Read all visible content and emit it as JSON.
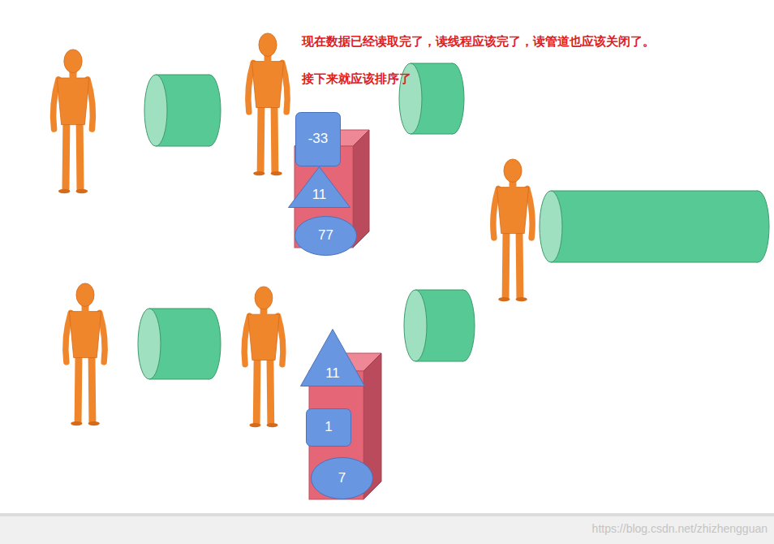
{
  "diagram": {
    "nodes": [
      {
        "text": [
          "-33"
        ]
      },
      {
        "text": [
          "11"
        ]
      },
      {
        "text": [
          "77"
        ]
      },
      {
        "text": [
          "11"
        ]
      },
      {
        "text": [
          "1"
        ]
      },
      {
        "text": [
          "7"
        ]
      }
    ],
    "labels": [
      "现在数据已经读取完了，读线程应该完了，读管道也应该关闭了。",
      "接下来就应该排序了",
      "https://blog.csdn.net/zhizhengguan"
    ]
  }
}
